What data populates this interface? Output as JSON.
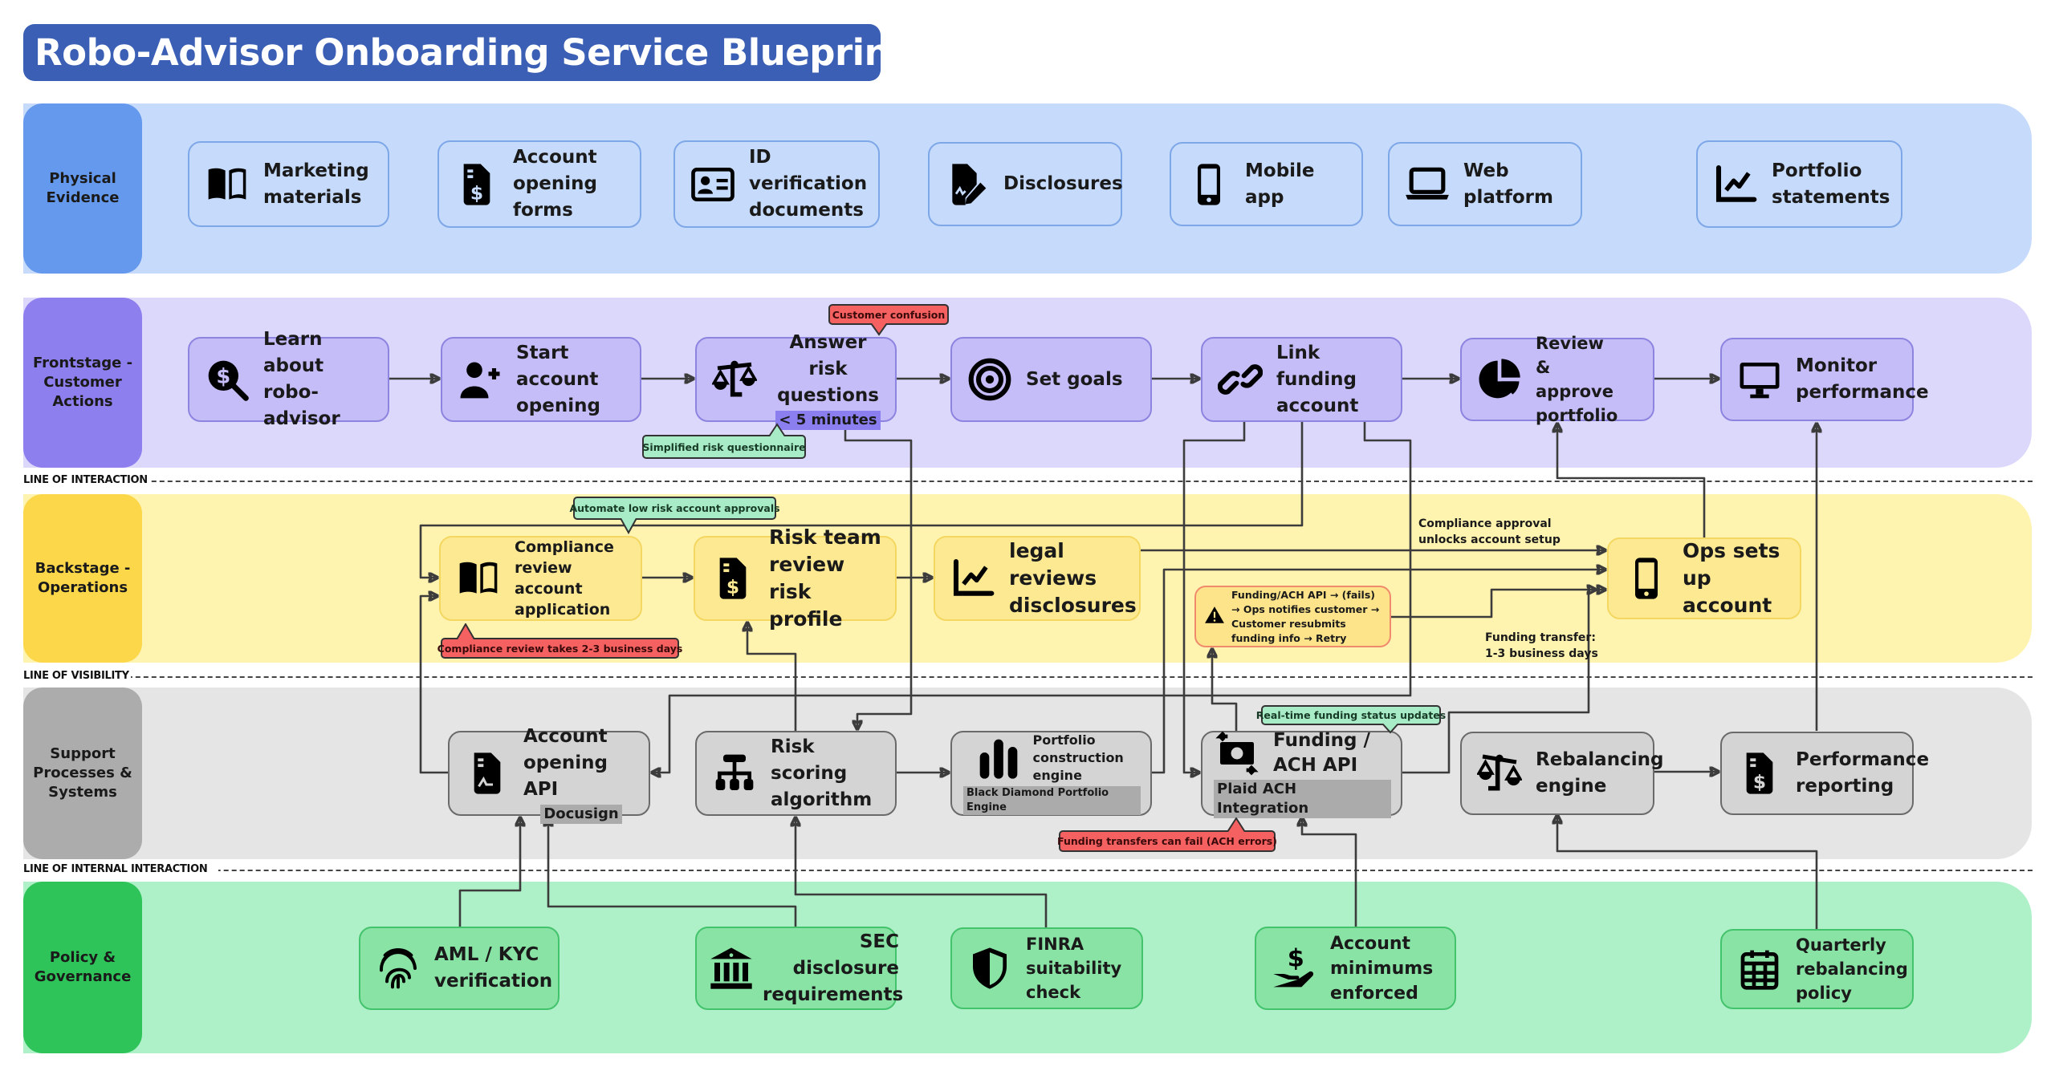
{
  "title": "Robo-Advisor Onboarding Service Blueprint",
  "colors": {
    "title_bg": "#3a5fb5",
    "physical_lane": "#c6dbfb",
    "physical_head": "#6499ee",
    "frontstage_lane": "#dcd8fc",
    "frontstage_head": "#8e7fee",
    "backstage_lane": "#fff3b0",
    "backstage_head": "#fcd74a",
    "support_lane": "#e5e5e5",
    "support_head": "#acacac",
    "policy_lane": "#aef0c7",
    "policy_head": "#2fc459",
    "pain_point": "#f56161",
    "opportunity": "#a7ecc6"
  },
  "lanes": {
    "physical": "Physical Evidence",
    "frontstage": "Frontstage - Customer Actions",
    "backstage": "Backstage - Operations",
    "support": "Support Processes & Systems",
    "policy": "Policy & Governance"
  },
  "lines": {
    "interaction": "LINE OF INTERACTION",
    "visibility": "LINE OF VISIBILITY",
    "internal": "LINE OF INTERNAL INTERACTION"
  },
  "physical": [
    {
      "label": "Marketing materials",
      "icon": "book-open-icon"
    },
    {
      "label": "Account opening forms",
      "icon": "file-invoice-dollar-icon"
    },
    {
      "label": "ID verification documents",
      "icon": "id-card-icon"
    },
    {
      "label": "Disclosures",
      "icon": "file-signature-icon"
    },
    {
      "label": "Mobile app",
      "icon": "mobile-icon"
    },
    {
      "label": "Web platform",
      "icon": "laptop-icon"
    },
    {
      "label": "Portfolio statements",
      "icon": "chart-line-icon"
    }
  ],
  "frontstage": [
    {
      "label": "Learn about robo-advisor",
      "icon": "search-dollar-icon"
    },
    {
      "label": "Start account opening",
      "icon": "user-plus-icon"
    },
    {
      "label": "Answer risk questions",
      "sub": "< 5 minutes",
      "icon": "balance-scale-icon"
    },
    {
      "label": "Set goals",
      "icon": "bullseye-icon"
    },
    {
      "label": "Link funding account",
      "icon": "link-icon"
    },
    {
      "label": "Review & approve portfolio",
      "icon": "chart-pie-icon"
    },
    {
      "label": "Monitor performance",
      "icon": "desktop-icon"
    }
  ],
  "backstage": [
    {
      "label": "Compliance review account application",
      "icon": "book-open-icon"
    },
    {
      "label": "Risk team review risk profile",
      "icon": "file-invoice-dollar-icon"
    },
    {
      "label": "legal reviews disclosures",
      "icon": "chart-line-icon"
    },
    {
      "label": "Ops sets up account",
      "icon": "mobile-icon"
    }
  ],
  "warning": {
    "text": "Funding/ACH API → (fails) → Ops notifies customer → Customer resubmits funding info → Retry",
    "icon": "warning-triangle-icon"
  },
  "support": [
    {
      "label": "Account opening API",
      "sub": "Docusign",
      "icon": "file-contract-icon"
    },
    {
      "label": "Risk scoring algorithm",
      "icon": "sitemap-icon"
    },
    {
      "label": "Portfolio construction engine",
      "sub": "Black Diamond Portfolio Engine",
      "icon": "chart-bar-icon"
    },
    {
      "label": "Funding / ACH API",
      "sub": "Plaid ACH Integration",
      "icon": "money-transfer-icon"
    },
    {
      "label": "Rebalancing engine",
      "icon": "balance-scale-icon"
    },
    {
      "label": "Performance reporting",
      "icon": "file-invoice-dollar-icon"
    }
  ],
  "policy": [
    {
      "label": "AML / KYC verification",
      "icon": "fingerprint-icon"
    },
    {
      "label": "SEC disclosure requirements",
      "icon": "landmark-icon"
    },
    {
      "label": "FINRA suitability check",
      "icon": "shield-icon"
    },
    {
      "label": "Account minimums enforced",
      "icon": "hand-holding-dollar-icon"
    },
    {
      "label": "Quarterly rebalancing policy",
      "icon": "calendar-icon"
    }
  ],
  "callouts": {
    "customer_confusion": "Customer confusion",
    "simplified_questionnaire": "Simplified risk questionnaire",
    "automate_approvals": "Automate low risk account approvals",
    "compliance_delay": "Compliance review takes 2-3 business days",
    "realtime_funding": "Real-time funding status updates",
    "funding_fail": "Funding transfers can fail (ACH errors)"
  },
  "notes": {
    "compliance_approval_1": "Compliance approval",
    "compliance_approval_2": "unlocks account setup",
    "funding_transfer_1": "Funding transfer:",
    "funding_transfer_2": "1-3 business days"
  }
}
